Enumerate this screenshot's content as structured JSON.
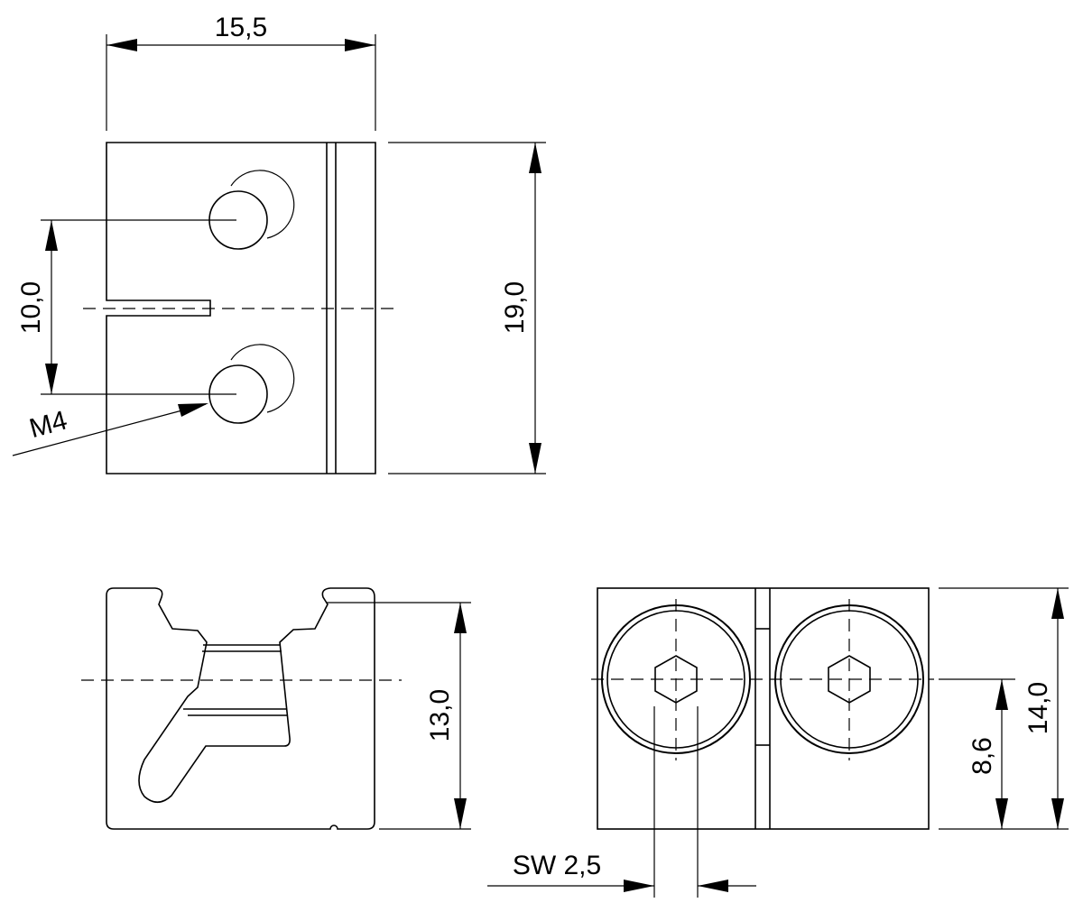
{
  "dimensions": {
    "width_top": "15,5",
    "height_right_top": "19,0",
    "hole_spacing": "10,0",
    "thread": "M4",
    "side_height": "13,0",
    "front_height": "14,0",
    "screw_center_height": "8,6",
    "hex_key": "SW 2,5"
  }
}
